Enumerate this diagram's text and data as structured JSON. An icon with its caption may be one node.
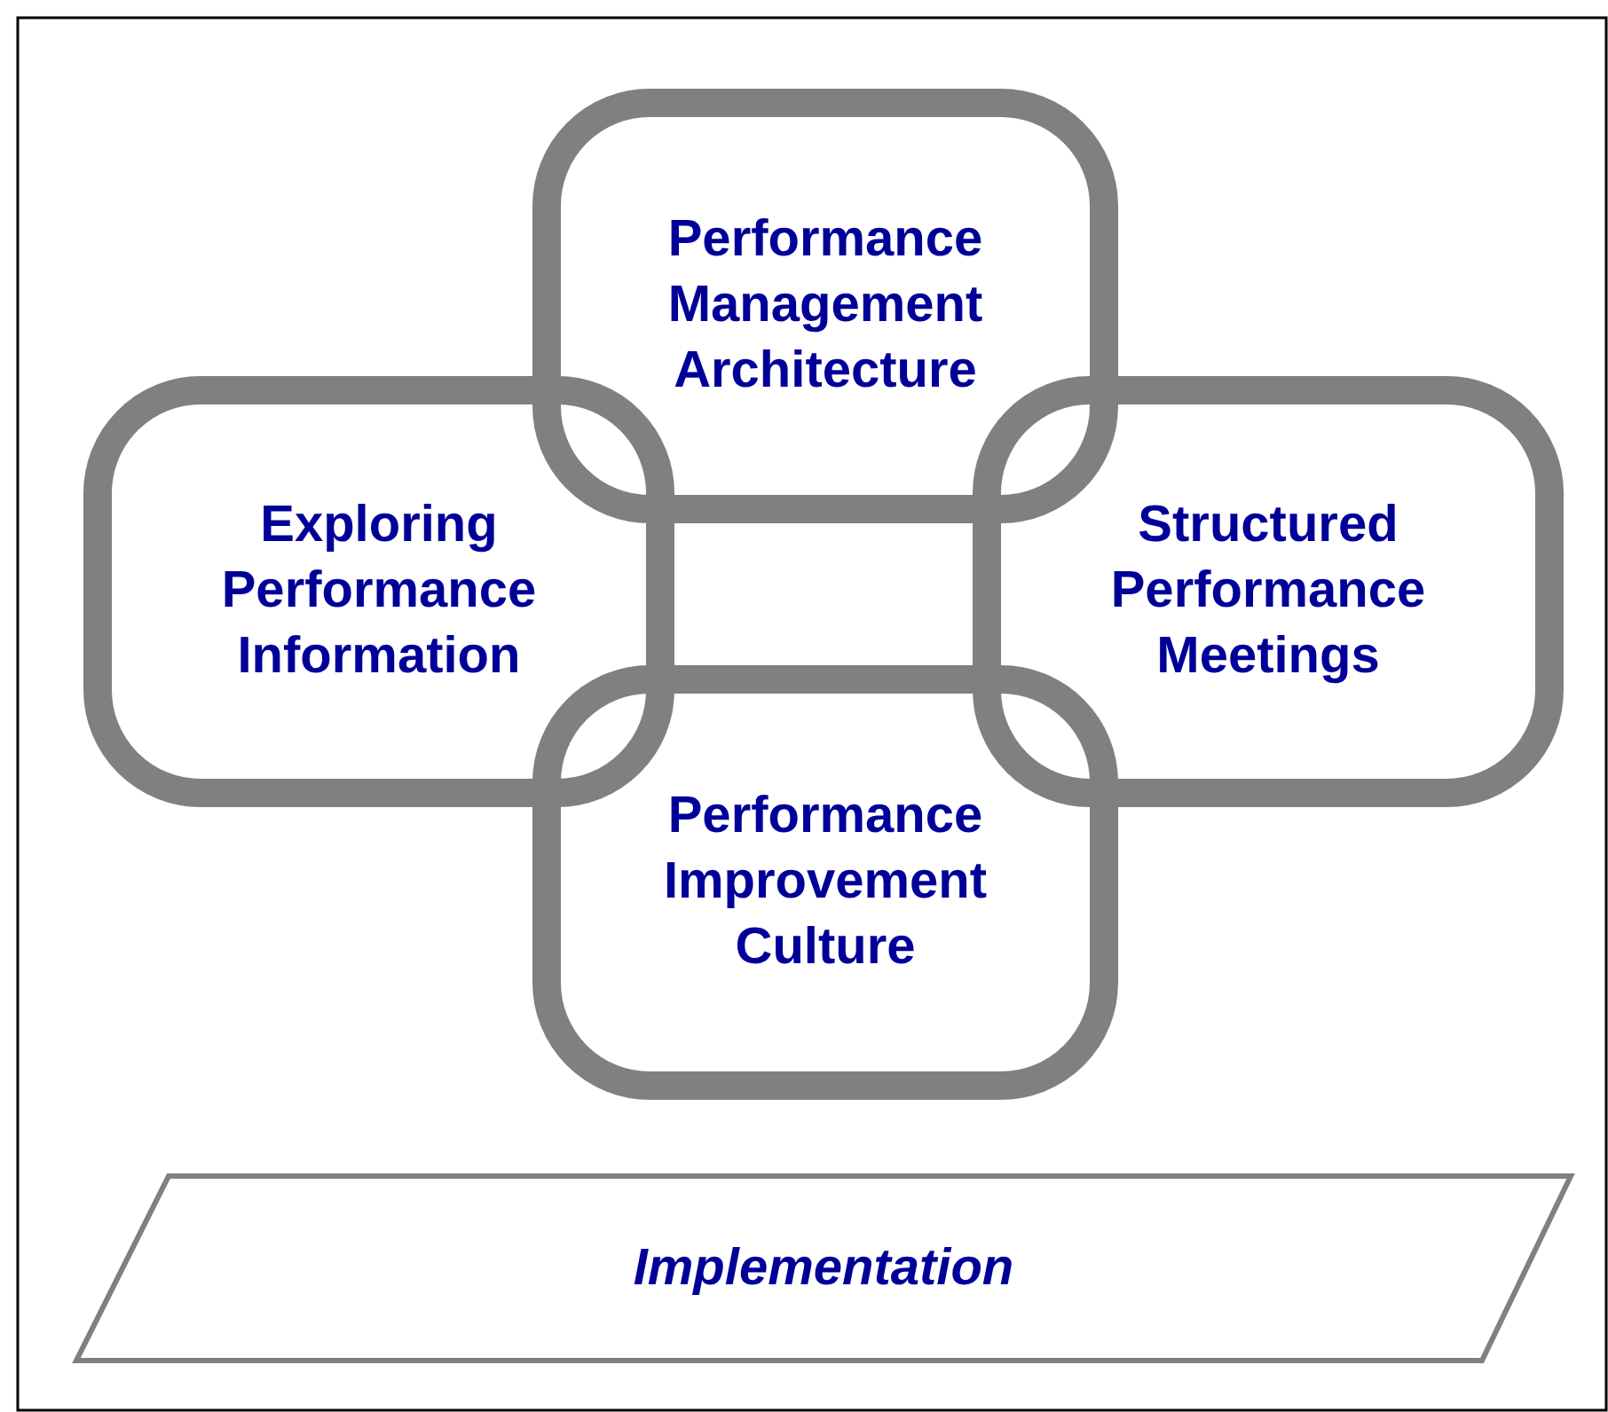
{
  "diagram": {
    "nodes": [
      {
        "text": [
          "Performance Management Architecture"
        ]
      },
      {
        "text": [
          "Exploring Performance Information"
        ]
      },
      {
        "text": [
          "Structured Performance Meetings"
        ]
      },
      {
        "text": [
          "Performance Improvement Culture"
        ]
      },
      {
        "text": [
          "Implementation"
        ]
      }
    ],
    "edges": []
  }
}
